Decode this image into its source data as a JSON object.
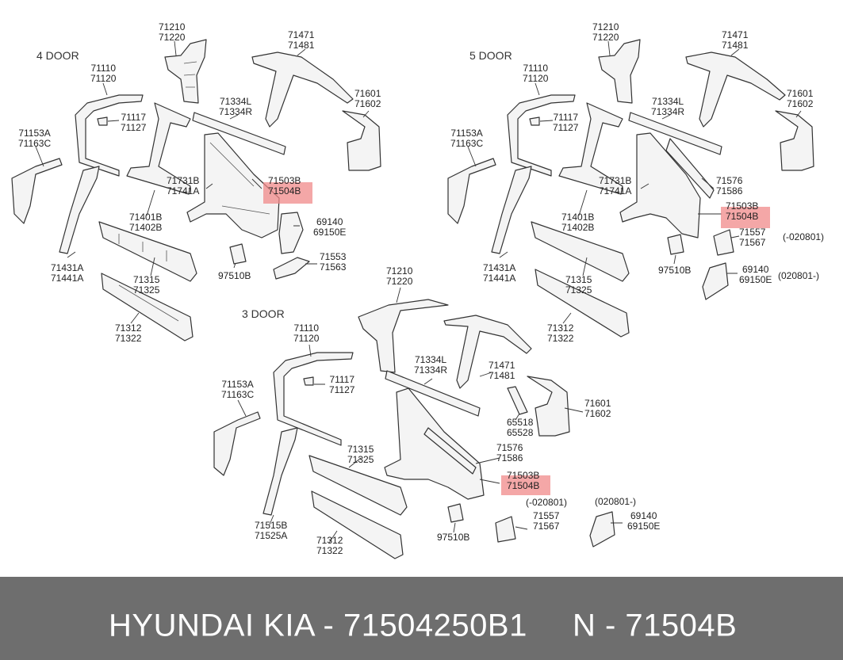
{
  "sections": {
    "four_door": "4 DOOR",
    "five_door": "5 DOOR",
    "three_door": "3 DOOR"
  },
  "parts_4door": {
    "p71210": [
      "71210",
      "71220"
    ],
    "p71471": [
      "71471",
      "71481"
    ],
    "p71110": [
      "71110",
      "71120"
    ],
    "p71334": [
      "71334L",
      "71334R"
    ],
    "p71601": [
      "71601",
      "71602"
    ],
    "p71117": [
      "71117",
      "71127"
    ],
    "p71153": [
      "71153A",
      "71163C"
    ],
    "p71731": [
      "71731B",
      "71741A"
    ],
    "p71503": [
      "71503B",
      "71504B"
    ],
    "p71401": [
      "71401B",
      "71402B"
    ],
    "p69140": [
      "69140",
      "69150E"
    ],
    "p71431": [
      "71431A",
      "71441A"
    ],
    "p71315": [
      "71315",
      "71325"
    ],
    "p71553": [
      "71553",
      "71563"
    ],
    "p97510": "97510B",
    "p71312": [
      "71312",
      "71322"
    ]
  },
  "parts_5door": {
    "p71210": [
      "71210",
      "71220"
    ],
    "p71471": [
      "71471",
      "71481"
    ],
    "p71110": [
      "71110",
      "71120"
    ],
    "p71334": [
      "71334L",
      "71334R"
    ],
    "p71601": [
      "71601",
      "71602"
    ],
    "p71117": [
      "71117",
      "71127"
    ],
    "p71153": [
      "71153A",
      "71163C"
    ],
    "p71731": [
      "71731B",
      "71741A"
    ],
    "p71576": [
      "71576",
      "71586"
    ],
    "p71503": [
      "71503B",
      "71504B"
    ],
    "p71401": [
      "71401B",
      "71402B"
    ],
    "p71557": [
      "71557",
      "71567"
    ],
    "note_71557": "(-020801)",
    "p69140": [
      "69140",
      "69150E"
    ],
    "note_69140": "(020801-)",
    "p71431": [
      "71431A",
      "71441A"
    ],
    "p97510": "97510B",
    "p71315": [
      "71315",
      "71325"
    ],
    "p71312": [
      "71312",
      "71322"
    ]
  },
  "parts_3door": {
    "p71210": [
      "71210",
      "71220"
    ],
    "p71110": [
      "71110",
      "71120"
    ],
    "p71334": [
      "71334L",
      "71334R"
    ],
    "p71471": [
      "71471",
      "71481"
    ],
    "p71117": [
      "71117",
      "71127"
    ],
    "p71153": [
      "71153A",
      "71163C"
    ],
    "p71601": [
      "71601",
      "71602"
    ],
    "p65518": [
      "65518",
      "65528"
    ],
    "p71315": [
      "71315",
      "71325"
    ],
    "p71576": [
      "71576",
      "71586"
    ],
    "p71503": [
      "71503B",
      "71504B"
    ],
    "note_71557": "(-020801)",
    "note_69140": "(020801-)",
    "p71557": [
      "71557",
      "71567"
    ],
    "p69140": [
      "69140",
      "69150E"
    ],
    "p71515": [
      "71515B",
      "71525A"
    ],
    "p97510": "97510B",
    "p71312": [
      "71312",
      "71322"
    ]
  },
  "highlight_color": "#f08a8a",
  "footer": {
    "brand": "HYUNDAI  KIA - 71504250B1",
    "number": "N - 71504B",
    "background": "#6e6e6e"
  }
}
